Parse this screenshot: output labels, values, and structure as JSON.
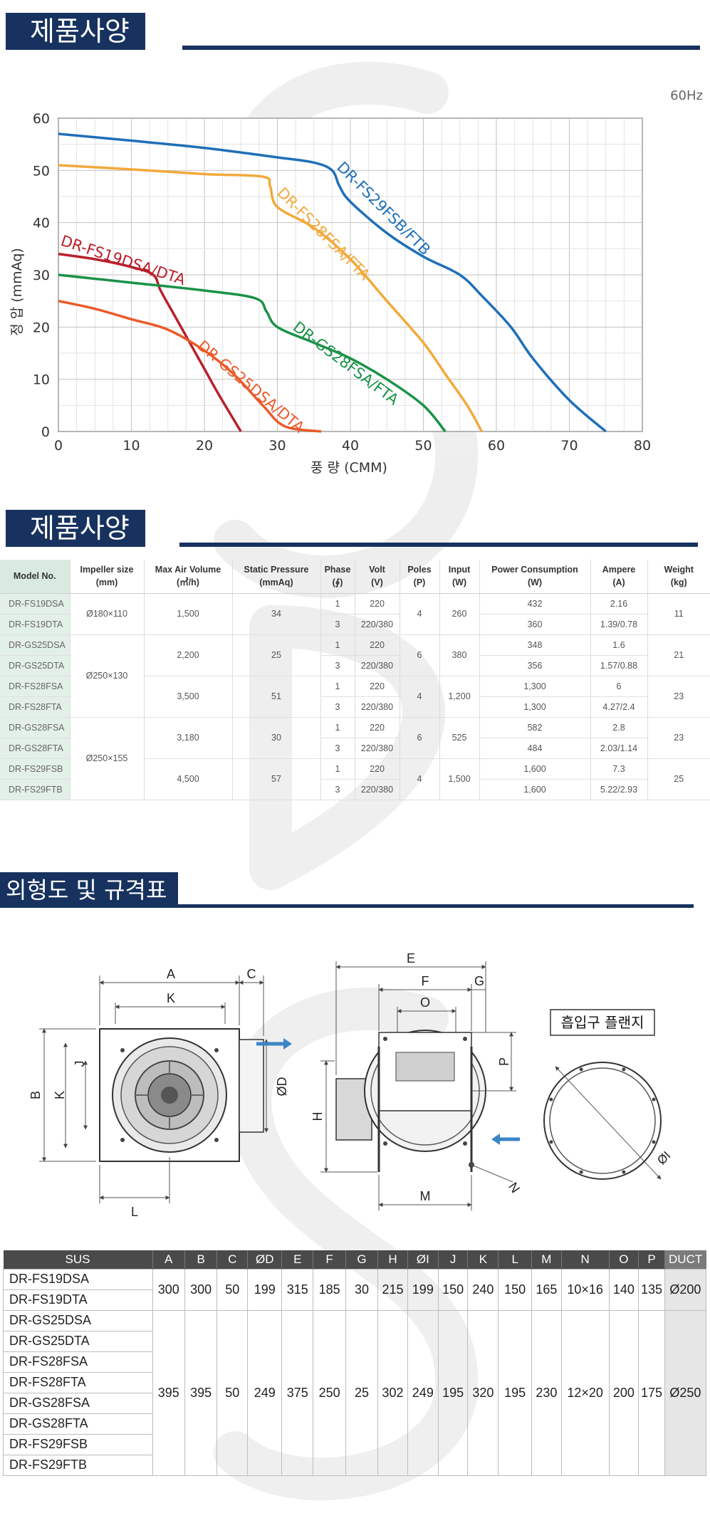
{
  "sections": {
    "chart_title": "제품사양",
    "spec_title": "제품사양",
    "dims_title": "외형도 및 규격표"
  },
  "chart_data": {
    "type": "line",
    "frequency_note": "60Hz",
    "xlabel": "풍 량 (CMM)",
    "ylabel": "정 압 (mmAq)",
    "xlim": [
      0,
      80
    ],
    "ylim": [
      0,
      60
    ],
    "x_ticks": [
      0,
      10,
      20,
      30,
      40,
      50,
      60,
      70,
      80
    ],
    "y_ticks": [
      0,
      10,
      20,
      30,
      40,
      50,
      60
    ],
    "grid": true,
    "series": [
      {
        "name": "DR-FS29FSB/FTB",
        "color": "#1f6fb8",
        "points": [
          [
            0,
            57
          ],
          [
            10,
            55.7
          ],
          [
            20,
            54.3
          ],
          [
            30,
            52.5
          ],
          [
            35,
            51.5
          ],
          [
            37.5,
            50
          ],
          [
            38.5,
            47
          ],
          [
            40,
            44
          ],
          [
            45,
            38
          ],
          [
            50,
            33.5
          ],
          [
            55,
            30
          ],
          [
            58,
            26
          ],
          [
            62,
            20
          ],
          [
            65,
            14
          ],
          [
            70,
            6
          ],
          [
            75,
            0
          ]
        ]
      },
      {
        "name": "DR-FS28FSA/FTA",
        "color": "#f2a93b",
        "points": [
          [
            0,
            51
          ],
          [
            10,
            50.2
          ],
          [
            20,
            49.3
          ],
          [
            28,
            48.8
          ],
          [
            29,
            47
          ],
          [
            30,
            43
          ],
          [
            35,
            39
          ],
          [
            40,
            33
          ],
          [
            45,
            25
          ],
          [
            50,
            17
          ],
          [
            53,
            11
          ],
          [
            56,
            5
          ],
          [
            58,
            0
          ]
        ]
      },
      {
        "name": "DR-FS19DSA/DTA",
        "color": "#b8202b",
        "points": [
          [
            0,
            34
          ],
          [
            5,
            33
          ],
          [
            10,
            31.5
          ],
          [
            13,
            30
          ],
          [
            14,
            27
          ],
          [
            16,
            22
          ],
          [
            18,
            17
          ],
          [
            20,
            12
          ],
          [
            22,
            7
          ],
          [
            25,
            0
          ]
        ]
      },
      {
        "name": "DR-GS28FSA/FTA",
        "color": "#1a9248",
        "points": [
          [
            0,
            30
          ],
          [
            10,
            28.5
          ],
          [
            20,
            27
          ],
          [
            27,
            25.5
          ],
          [
            28.5,
            23
          ],
          [
            30,
            20
          ],
          [
            35,
            17
          ],
          [
            40,
            14
          ],
          [
            45,
            10
          ],
          [
            50,
            5
          ],
          [
            53,
            0
          ]
        ]
      },
      {
        "name": "DR-GS25DSA/DTA",
        "color": "#ea5a2a",
        "points": [
          [
            0,
            25
          ],
          [
            5,
            23.5
          ],
          [
            10,
            21.5
          ],
          [
            15,
            19.5
          ],
          [
            20,
            15.5
          ],
          [
            24,
            11
          ],
          [
            28,
            5
          ],
          [
            31,
            1
          ],
          [
            36,
            0
          ]
        ]
      }
    ],
    "series_labels": [
      {
        "text": "DR-FS29FSB/FTB"
      },
      {
        "text": "DR-FS28FSA/FTA"
      },
      {
        "text": "DR-FS19DSA/DTA"
      },
      {
        "text": "DR-GS28FSA/FTA"
      },
      {
        "text": "DR-GS25DSA/DTA"
      }
    ]
  },
  "spec_table": {
    "headers": [
      [
        "Model No."
      ],
      [
        "Impeller size",
        "(mm)"
      ],
      [
        "Max Air Volume",
        "(㎥/h)"
      ],
      [
        "Static Pressure",
        "(mmAq)"
      ],
      [
        "Phase",
        "(∮)"
      ],
      [
        "Volt",
        "(V)"
      ],
      [
        "Poles",
        "(P)"
      ],
      [
        "Input",
        "(W)"
      ],
      [
        "Power Consumption",
        "(W)"
      ],
      [
        "Ampere",
        "(A)"
      ],
      [
        "Weight",
        "(kg)"
      ]
    ],
    "models": [
      "DR-FS19DSA",
      "DR-FS19DTA",
      "DR-GS25DSA",
      "DR-GS25DTA",
      "DR-FS28FSA",
      "DR-FS28FTA",
      "DR-GS28FSA",
      "DR-GS28FTA",
      "DR-FS29FSB",
      "DR-FS29FTB"
    ],
    "impeller": [
      "Ø180×110",
      "Ø250×130",
      "Ø250×155"
    ],
    "groups": [
      {
        "air": "1,500",
        "pressure": "34",
        "poles": "4",
        "input": "260",
        "weight": "11"
      },
      {
        "air": "2,200",
        "pressure": "25",
        "poles": "6",
        "input": "380",
        "weight": "21"
      },
      {
        "air": "3,500",
        "pressure": "51",
        "poles": "4",
        "input": "1,200",
        "weight": "23"
      },
      {
        "air": "3,180",
        "pressure": "30",
        "poles": "6",
        "input": "525",
        "weight": "23"
      },
      {
        "air": "4,500",
        "pressure": "57",
        "poles": "4",
        "input": "1,500",
        "weight": "25"
      }
    ],
    "rows": [
      {
        "phase": "1",
        "volt": "220",
        "power": "432",
        "ampere": "2.16"
      },
      {
        "phase": "3",
        "volt": "220/380",
        "power": "360",
        "ampere": "1.39/0.78"
      },
      {
        "phase": "1",
        "volt": "220",
        "power": "348",
        "ampere": "1.6"
      },
      {
        "phase": "3",
        "volt": "220/380",
        "power": "356",
        "ampere": "1.57/0.88"
      },
      {
        "phase": "1",
        "volt": "220",
        "power": "1,300",
        "ampere": "6"
      },
      {
        "phase": "3",
        "volt": "220/380",
        "power": "1,300",
        "ampere": "4.27/2.4"
      },
      {
        "phase": "1",
        "volt": "220",
        "power": "582",
        "ampere": "2.8"
      },
      {
        "phase": "3",
        "volt": "220/380",
        "power": "484",
        "ampere": "2.03/1.14"
      },
      {
        "phase": "1",
        "volt": "220",
        "power": "1,600",
        "ampere": "7.3"
      },
      {
        "phase": "3",
        "volt": "220/380",
        "power": "1,600",
        "ampere": "5.22/2.93"
      }
    ]
  },
  "drawings": {
    "front_labels": {
      "A": "A",
      "C": "C",
      "K": "K",
      "B": "B",
      "J": "J",
      "K2": "K",
      "L": "L",
      "D": "ØD"
    },
    "side_labels": {
      "E": "E",
      "F": "F",
      "G": "G",
      "O": "O",
      "P": "P",
      "H": "H",
      "M": "M",
      "N": "N"
    },
    "flange_title": "흡입구 플랜지",
    "flange_label": "ØI"
  },
  "size_table": {
    "headers": [
      "SUS",
      "A",
      "B",
      "C",
      "ØD",
      "E",
      "F",
      "G",
      "H",
      "ØI",
      "J",
      "K",
      "L",
      "M",
      "N",
      "O",
      "P",
      "DUCT"
    ],
    "models": [
      "DR-FS19DSA",
      "DR-FS19DTA",
      "DR-GS25DSA",
      "DR-GS25DTA",
      "DR-FS28FSA",
      "DR-FS28FTA",
      "DR-GS28FSA",
      "DR-GS28FTA",
      "DR-FS29FSB",
      "DR-FS29FTB"
    ],
    "group1": [
      "300",
      "300",
      "50",
      "199",
      "315",
      "185",
      "30",
      "215",
      "199",
      "150",
      "240",
      "150",
      "165",
      "10×16",
      "140",
      "135",
      "Ø200"
    ],
    "group2": [
      "395",
      "395",
      "50",
      "249",
      "375",
      "250",
      "25",
      "302",
      "249",
      "195",
      "320",
      "195",
      "230",
      "12×20",
      "200",
      "175",
      "Ø250"
    ]
  }
}
